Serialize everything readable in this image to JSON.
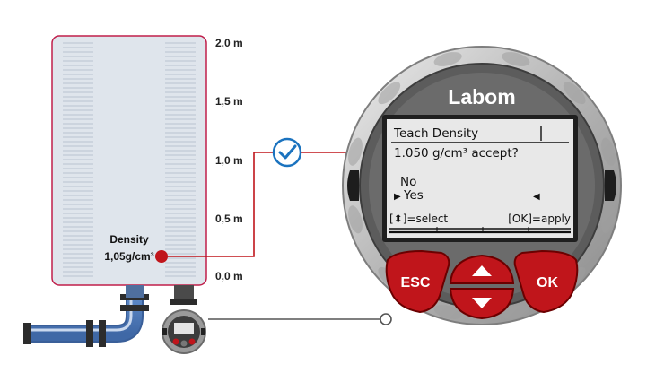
{
  "tank": {
    "scale": [
      "2,0 m",
      "1,5 m",
      "1,0 m",
      "0,5 m",
      "0,0 m"
    ],
    "density_label": "Density",
    "density_value": "1,05g/cm³"
  },
  "device": {
    "brand": "Labom",
    "display": {
      "title": "Teach Density",
      "question": "1.050 g/cm³ accept?",
      "option_no": "No",
      "option_yes": "Yes",
      "hint_select": "[⬍]=select",
      "hint_apply": "[OK]=apply"
    },
    "buttons": {
      "esc": "ESC",
      "ok": "OK"
    }
  },
  "colors": {
    "accent_red": "#c0151b",
    "check_blue": "#1b73bf",
    "tank_fill": "#dfe5ec",
    "tank_border": "#c01e4a",
    "pipe_blue": "#5a86c4"
  }
}
